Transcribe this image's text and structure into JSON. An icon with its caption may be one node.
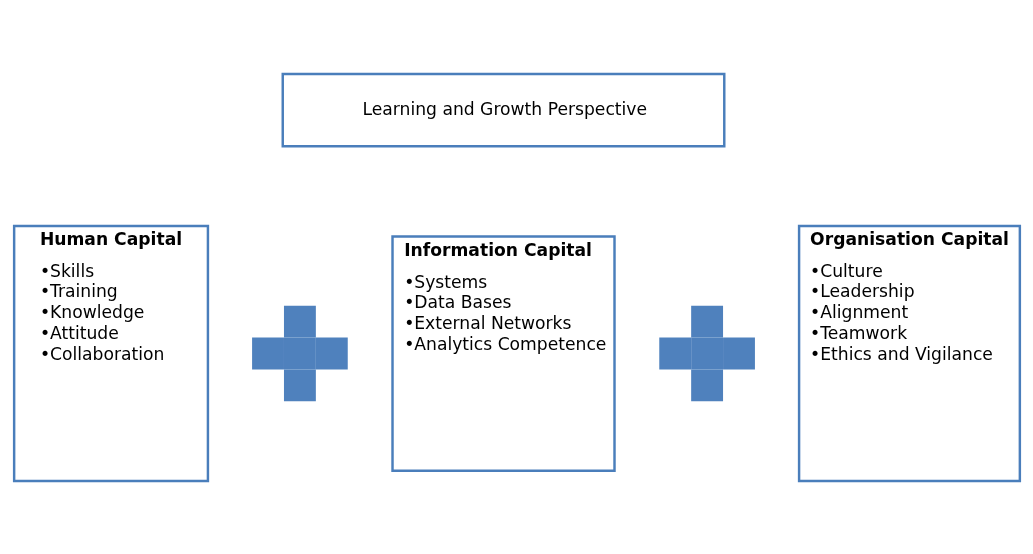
{
  "diagram": {
    "nodes": [
      {
        "text": [
          "Learning and Growth Perspective"
        ]
      },
      {
        "text": [
          "Human Capital",
          "•Skills",
          "•Training",
          "•Knowledge",
          "•Attitude",
          "•Collaboration"
        ]
      },
      {
        "text": [],
        "shape": "plus"
      },
      {
        "text": [
          "Information Capital",
          "•Systems",
          "•Data Bases",
          "•External Networks",
          "•Analytics Competence"
        ]
      },
      {
        "text": [],
        "shape": "plus"
      },
      {
        "text": [
          "Organisation Capital",
          "•Culture",
          "•Leadership",
          "•Alignment",
          "•Teamwork",
          "•Ethics and Vigilance"
        ]
      }
    ],
    "edges": []
  }
}
